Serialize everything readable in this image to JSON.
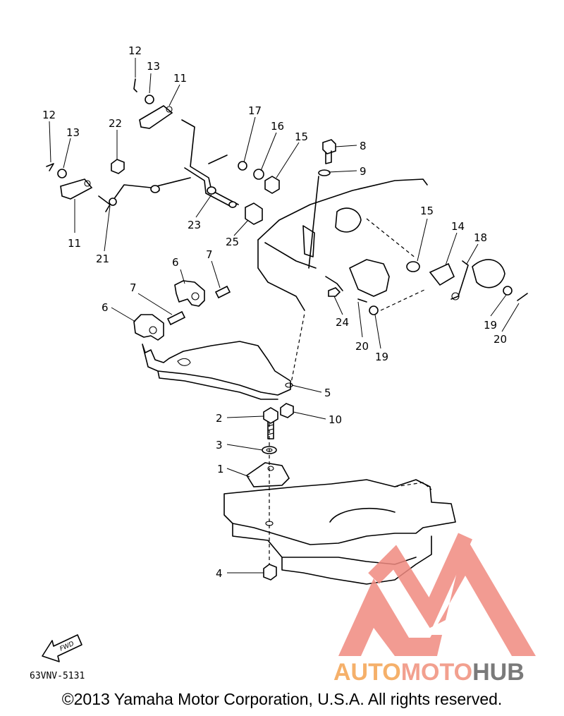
{
  "diagram": {
    "code": "63VNV-5131",
    "fwd_label": "FWD",
    "copyright": "©2013 Yamaha Motor Corporation, U.S.A. All rights reserved.",
    "callouts": [
      "12",
      "13",
      "11",
      "12",
      "13",
      "22",
      "11",
      "21",
      "23",
      "17",
      "16",
      "15",
      "8",
      "9",
      "25",
      "15",
      "14",
      "18",
      "6",
      "7",
      "7",
      "6",
      "24",
      "20",
      "19",
      "19",
      "20",
      "5",
      "2",
      "10",
      "3",
      "1",
      "4"
    ]
  },
  "watermark": {
    "parts": [
      "AUTO",
      "MOTO",
      "HUB"
    ],
    "colors": {
      "auto": "#f5b06a",
      "moto": "#f2a08f",
      "hub": "#7a7a7a",
      "triangle": "#f08a80"
    }
  }
}
